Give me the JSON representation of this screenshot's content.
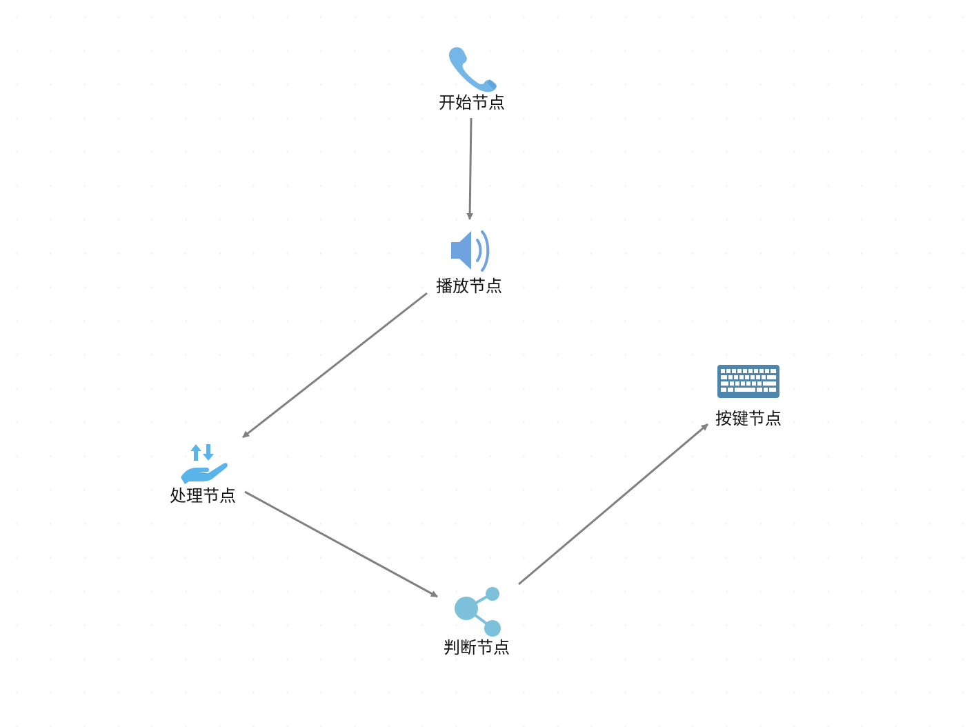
{
  "colors": {
    "edge": "#808080",
    "phone_icon": "#74b6e6",
    "speaker_icon": "#6fa3df",
    "process_icon": "#5ab4ea",
    "branch_icon": "#7cc0da",
    "keyboard_icon": "#4d85ac"
  },
  "nodes": {
    "start": {
      "label": "开始节点",
      "icon": "phone-icon"
    },
    "play": {
      "label": "播放节点",
      "icon": "speaker-icon"
    },
    "process": {
      "label": "处理节点",
      "icon": "hand-transfer-icon"
    },
    "decision": {
      "label": "判断节点",
      "icon": "share-branch-icon"
    },
    "key": {
      "label": "按键节点",
      "icon": "keyboard-icon"
    }
  },
  "edges": [
    {
      "from": "start",
      "to": "play"
    },
    {
      "from": "play",
      "to": "process"
    },
    {
      "from": "process",
      "to": "decision"
    },
    {
      "from": "decision",
      "to": "key"
    }
  ]
}
